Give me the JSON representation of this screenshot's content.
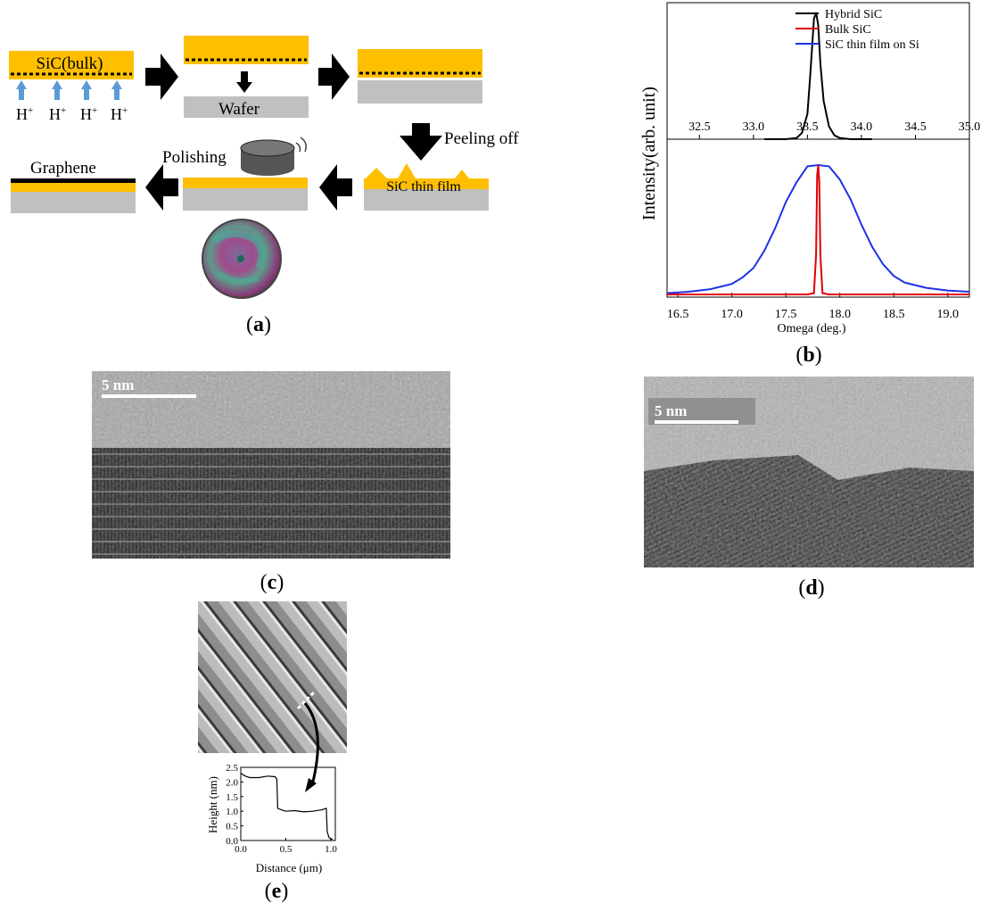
{
  "panel_a": {
    "bulk_label": "SiC(bulk)",
    "ion_label": "H",
    "ion_charge": "+",
    "wafer_label": "Wafer",
    "peeling_label": "Peeling off",
    "polishing_label": "Polishing",
    "thin_film_label": "SiC thin film",
    "graphene_label": "Graphene",
    "caption_open": "(",
    "caption_letter": "a",
    "caption_close": ")",
    "colors": {
      "sic": "#fdbf00",
      "wafer": "#c0c0c0",
      "graphene": "#000000"
    }
  },
  "panel_b": {
    "caption_letter": "b",
    "chart_data": [
      {
        "type": "line",
        "subplot": "top",
        "x_tick_labels": [
          "32.5",
          "33.0",
          "33.5",
          "34.0",
          "34.5",
          "35.0"
        ],
        "xlim": [
          32.2,
          35.0
        ],
        "series": [
          {
            "name": "Hybrid SiC",
            "color": "#000000",
            "x": [
              33.1,
              33.3,
              33.4,
              33.45,
              33.5,
              33.53,
              33.56,
              33.58,
              33.6,
              33.62,
              33.65,
              33.7,
              33.75,
              33.8,
              33.9,
              34.1
            ],
            "y": [
              0.0,
              0.0,
              0.01,
              0.05,
              0.2,
              0.55,
              0.95,
              1.0,
              0.9,
              0.6,
              0.3,
              0.1,
              0.03,
              0.01,
              0.0,
              0.0
            ]
          }
        ]
      },
      {
        "type": "line",
        "subplot": "bottom",
        "xlabel": "Omega (deg.)",
        "ylabel": "Intensity(arb. unit)",
        "x_tick_labels": [
          "16.5",
          "17.0",
          "17.5",
          "18.0",
          "18.5",
          "19.0"
        ],
        "xlim": [
          16.4,
          19.2
        ],
        "legend": [
          "Hybrid SiC",
          "Bulk SiC",
          "SiC thin film on Si"
        ],
        "legend_position": "top-right",
        "series": [
          {
            "name": "Bulk SiC",
            "color": "#e00000",
            "x": [
              16.4,
              17.7,
              17.76,
              17.78,
              17.79,
              17.8,
              17.81,
              17.82,
              17.84,
              17.9,
              19.2
            ],
            "y": [
              0.0,
              0.0,
              0.01,
              0.3,
              0.9,
              0.98,
              0.85,
              0.3,
              0.01,
              0.0,
              0.0
            ]
          },
          {
            "name": "SiC thin film on Si",
            "color": "#1a32e6",
            "x": [
              16.4,
              16.6,
              16.8,
              17.0,
              17.1,
              17.2,
              17.3,
              17.4,
              17.5,
              17.6,
              17.7,
              17.8,
              17.9,
              18.0,
              18.1,
              18.2,
              18.3,
              18.4,
              18.5,
              18.6,
              18.8,
              19.0,
              19.2
            ],
            "y": [
              0.01,
              0.02,
              0.04,
              0.08,
              0.13,
              0.2,
              0.33,
              0.5,
              0.7,
              0.85,
              0.97,
              0.98,
              0.97,
              0.87,
              0.72,
              0.53,
              0.36,
              0.23,
              0.14,
              0.09,
              0.05,
              0.03,
              0.02
            ]
          }
        ]
      }
    ]
  },
  "panel_c": {
    "scale_label": "5 nm",
    "caption_letter": "c"
  },
  "panel_d": {
    "scale_label": "5 nm",
    "caption_letter": "d"
  },
  "panel_e": {
    "caption_letter": "e",
    "chart_data": {
      "type": "line",
      "xlabel": "Distance  (μm)",
      "ylabel": "Height  (nm)",
      "x_tick_labels": [
        "0.0",
        "0.5",
        "1.0"
      ],
      "y_tick_labels": [
        "0.0",
        "0.5",
        "1.0",
        "1.5",
        "2.0",
        "2.5"
      ],
      "xlim": [
        0,
        1.05
      ],
      "ylim": [
        0,
        2.5
      ],
      "series": [
        {
          "name": "",
          "x": [
            0.0,
            0.05,
            0.1,
            0.2,
            0.3,
            0.38,
            0.4,
            0.41,
            0.45,
            0.5,
            0.6,
            0.7,
            0.8,
            0.9,
            0.95,
            0.96,
            0.98,
            1.0,
            1.02
          ],
          "y": [
            2.3,
            2.2,
            2.15,
            2.15,
            2.2,
            2.18,
            2.1,
            1.1,
            1.05,
            1.0,
            1.02,
            0.98,
            1.0,
            1.05,
            1.1,
            0.3,
            0.1,
            0.05,
            0.05
          ]
        }
      ]
    }
  }
}
